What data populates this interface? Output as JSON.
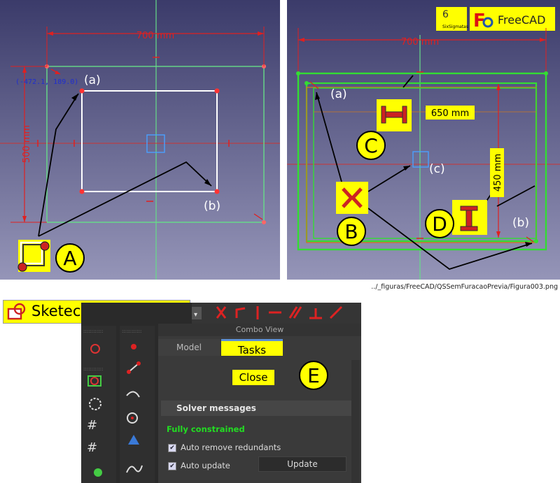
{
  "left_view": {
    "dim_horizontal": "700 mm",
    "dim_vertical": "500 mm",
    "coord_readout": "(-472.1, 189.0)",
    "label_a": "(a)",
    "label_b": "(b)",
    "callout_letter": "A"
  },
  "right_view": {
    "logo_sixsigma_sub": "SixSigmatas",
    "logo_freecad": "FreeCAD",
    "dim_horizontal": "700 mm",
    "dim_650": "650 mm",
    "dim_450": "450 mm",
    "label_a": "(a)",
    "label_b": "(b)",
    "label_c": "(c)",
    "callouts": [
      "C",
      "B",
      "D"
    ]
  },
  "caption": "../_figuras/FreeCAD/QSSemFuracaoPrevia/Figura003.png",
  "sketcher": {
    "title": "Sketecher",
    "combo_title": "Combo View",
    "tab_model": "Model",
    "tab_tasks": "Tasks",
    "close_label": "Close",
    "callout_letter": "E",
    "solver_header": "Solver messages",
    "status": "Fully constrained",
    "auto_remove": "Auto remove redundants",
    "auto_update": "Auto update",
    "update_button": "Update"
  },
  "colors": {
    "viewport_top": "#3c3c6a",
    "viewport_bottom": "#9090b4",
    "constraint_red": "#e02020",
    "sketch_green": "#44e044",
    "callout_yellow": "#ffff00"
  }
}
